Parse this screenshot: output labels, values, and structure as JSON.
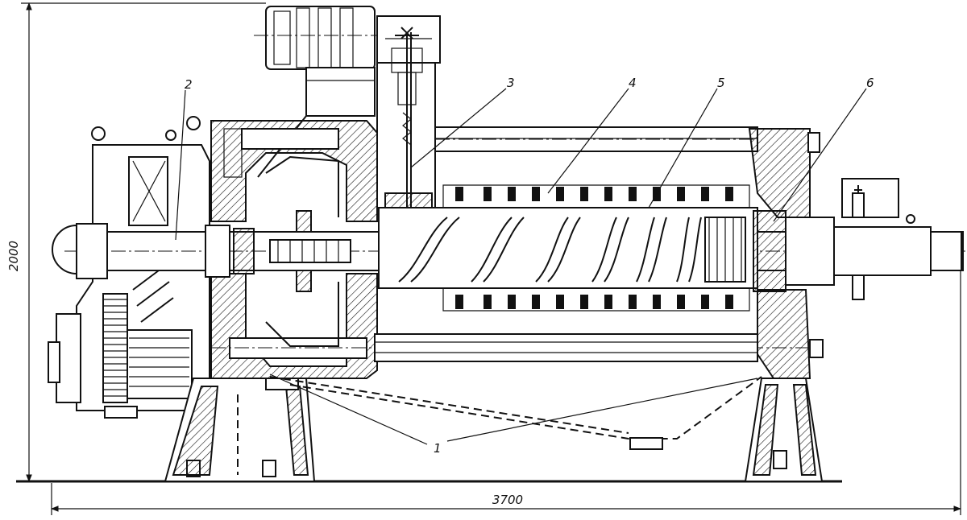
{
  "callouts": {
    "c1": "1",
    "c2": "2",
    "c3": "3",
    "c4": "4",
    "c5": "5",
    "c6": "6"
  },
  "dimensions": {
    "height": "2000",
    "length": "3700"
  }
}
